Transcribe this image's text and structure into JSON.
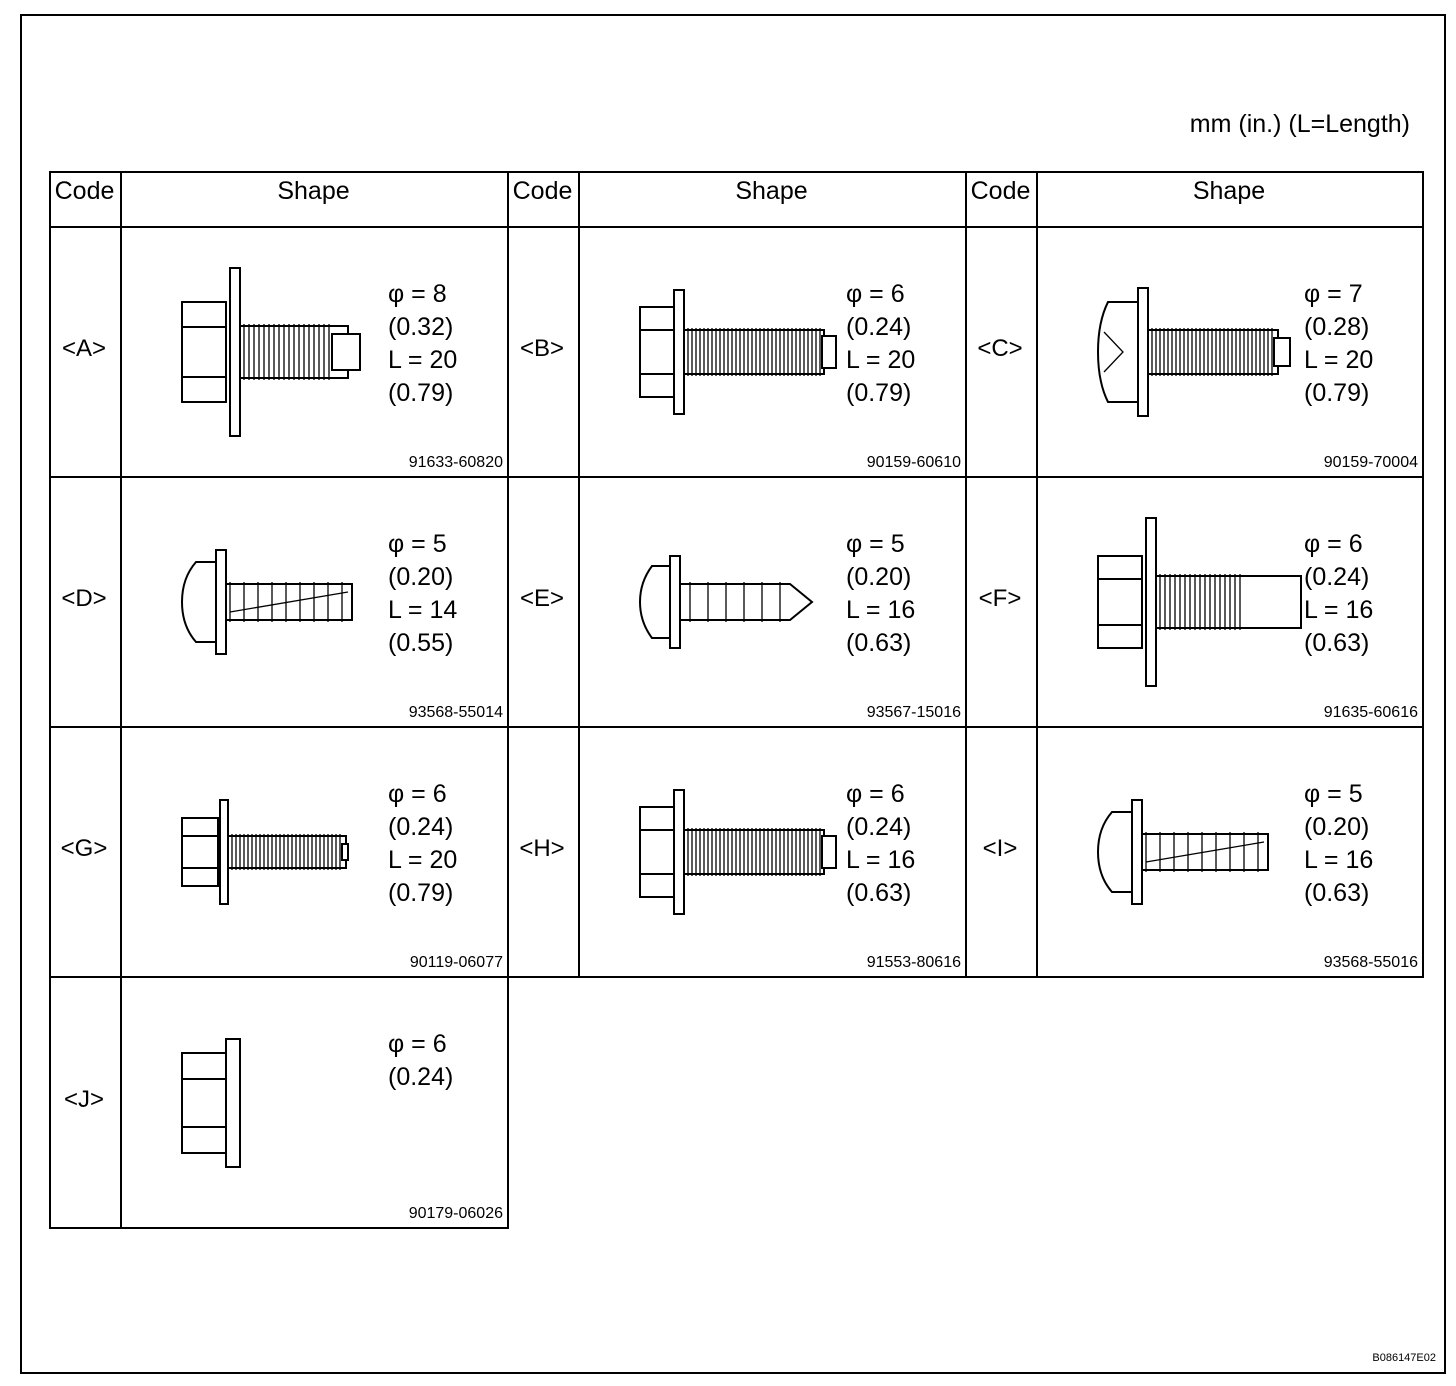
{
  "units_note": "mm (in.) (L=Length)",
  "figure_code": "B086147E02",
  "headers": {
    "code": "Code",
    "shape": "Shape"
  },
  "parts": [
    {
      "code": "<A>",
      "dia": "φ = 8",
      "dia_in": "(0.32)",
      "len": "L = 20",
      "len_in": "(0.79)",
      "part_no": "91633-60820",
      "icon": "hex-bolt-washer-icon"
    },
    {
      "code": "<B>",
      "dia": "φ = 6",
      "dia_in": "(0.24)",
      "len": "L = 20",
      "len_in": "(0.79)",
      "part_no": "90159-60610",
      "icon": "hex-flange-bolt-icon"
    },
    {
      "code": "<C>",
      "dia": "φ = 7",
      "dia_in": "(0.28)",
      "len": "L = 20",
      "len_in": "(0.79)",
      "part_no": "90159-70004",
      "icon": "round-head-screw-icon"
    },
    {
      "code": "<D>",
      "dia": "φ = 5",
      "dia_in": "(0.20)",
      "len": "L = 14",
      "len_in": "(0.55)",
      "part_no": "93568-55014",
      "icon": "tapping-screw-icon"
    },
    {
      "code": "<E>",
      "dia": "φ = 5",
      "dia_in": "(0.20)",
      "len": "L = 16",
      "len_in": "(0.63)",
      "part_no": "93567-15016",
      "icon": "pointed-tapping-screw-icon"
    },
    {
      "code": "<F>",
      "dia": "φ = 6",
      "dia_in": "(0.24)",
      "len": "L = 16",
      "len_in": "(0.63)",
      "part_no": "91635-60616",
      "icon": "hex-bolt-washer-icon"
    },
    {
      "code": "<G>",
      "dia": "φ = 6",
      "dia_in": "(0.24)",
      "len": "L = 20",
      "len_in": "(0.79)",
      "part_no": "90119-06077",
      "icon": "hex-bolt-spring-washer-icon"
    },
    {
      "code": "<H>",
      "dia": "φ = 6",
      "dia_in": "(0.24)",
      "len": "L = 16",
      "len_in": "(0.63)",
      "part_no": "91553-80616",
      "icon": "hex-flange-bolt-icon"
    },
    {
      "code": "<I>",
      "dia": "φ = 5",
      "dia_in": "(0.20)",
      "len": "L = 16",
      "len_in": "(0.63)",
      "part_no": "93568-55016",
      "icon": "tapping-screw-icon"
    },
    {
      "code": "<J>",
      "dia": "φ = 6",
      "dia_in": "(0.24)",
      "len": "",
      "len_in": "",
      "part_no": "90179-06026",
      "icon": "flange-nut-icon"
    }
  ]
}
